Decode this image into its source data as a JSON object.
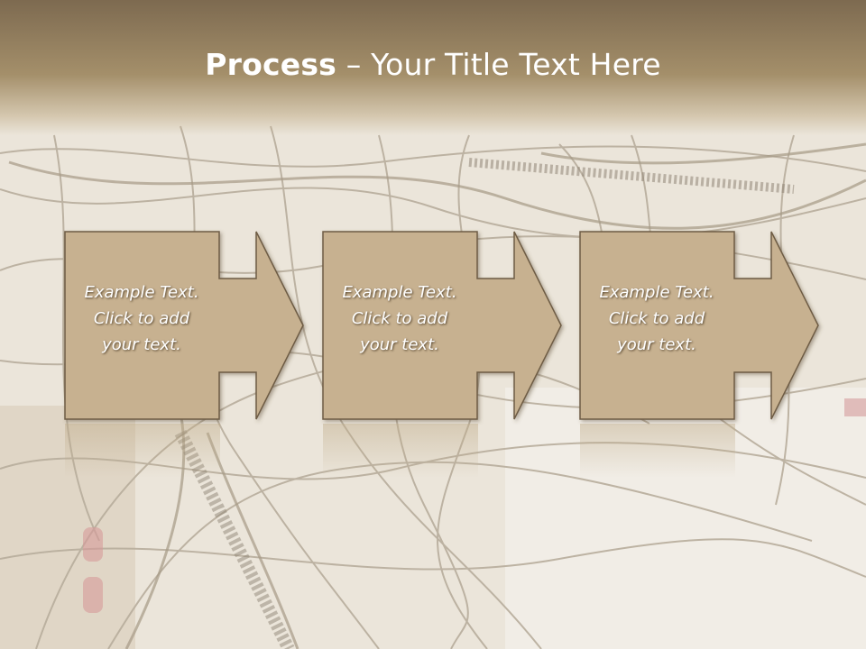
{
  "slide": {
    "title_bold": "Process",
    "title_rest": " – Your Title Text Here"
  },
  "steps": [
    {
      "text_line1": "Example Text.",
      "text_line2": "Click  to add",
      "text_line3": "your text."
    },
    {
      "text_line1": "Example Text.",
      "text_line2": "Click  to add",
      "text_line3": "your text."
    },
    {
      "text_line1": "Example Text.",
      "text_line2": "Click  to add",
      "text_line3": "your text."
    }
  ],
  "colors": {
    "header": "#8c7757",
    "box_fill": "#c7b190",
    "box_stroke": "#6e5c44",
    "text": "#ffffff"
  },
  "background": {
    "description_icon": "tangled-cables-photo"
  }
}
